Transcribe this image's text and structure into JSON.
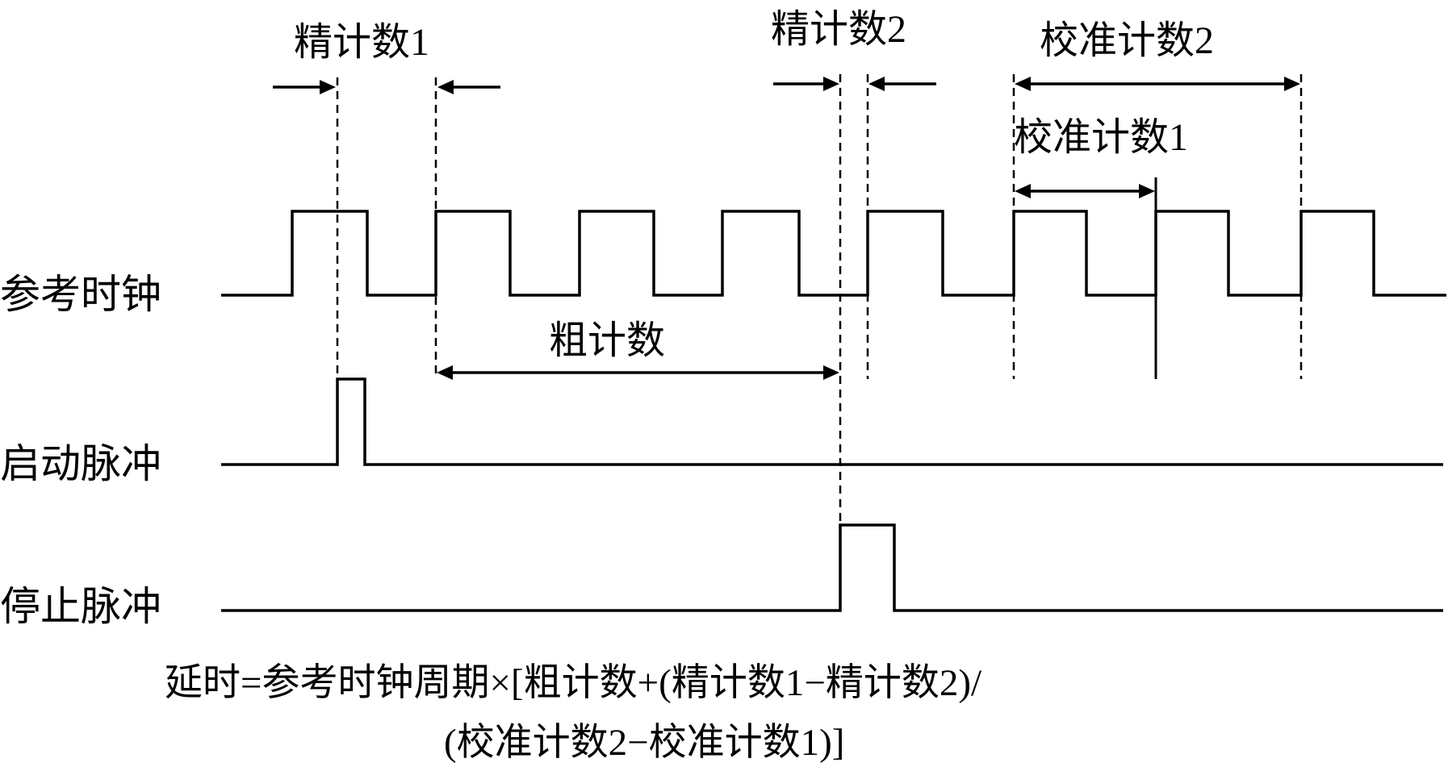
{
  "signals": {
    "ref_clock": "参考时钟",
    "start_pulse": "启动脉冲",
    "stop_pulse": "停止脉冲"
  },
  "annotations": {
    "fine_count_1": "精计数1",
    "fine_count_2": "精计数2",
    "calib_count_2": "校准计数2",
    "calib_count_1": "校准计数1",
    "coarse_count": "粗计数"
  },
  "formula": {
    "line1": "延时=参考时钟周期×[粗计数+(精计数1−精计数2)/",
    "line2": "(校准计数2−校准计数1)]"
  }
}
